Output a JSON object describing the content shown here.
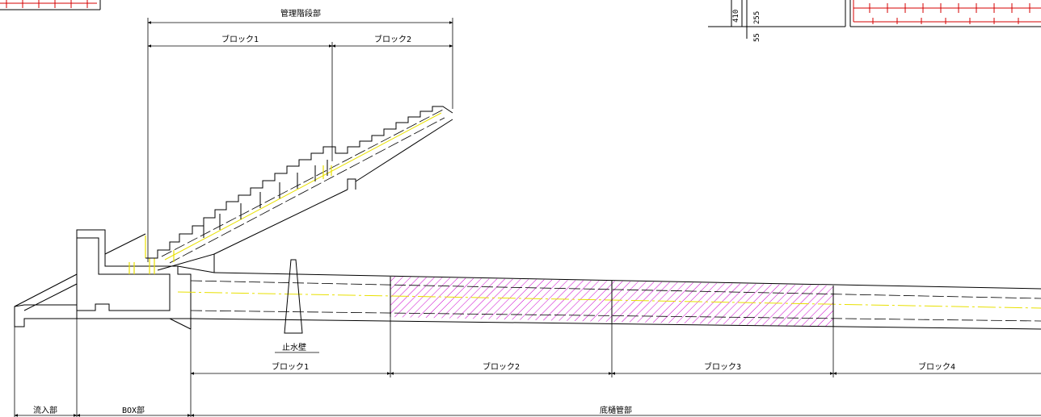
{
  "top_labels": {
    "section": "管理階段部",
    "block1": "ブロック1",
    "block2": "ブロック2"
  },
  "bottom_labels": {
    "inflow": "流入部",
    "box": "BOX部",
    "culvert": "底樋管部",
    "block1": "ブロック1",
    "block2": "ブロック2",
    "block3": "ブロック3",
    "block4": "ブロック4"
  },
  "cutoff_wall": "止水壁",
  "dimensions": {
    "d410": "410",
    "d255": "255",
    "d55": "55"
  },
  "colors": {
    "line": "#000000",
    "hatch": "#cc00cc",
    "centerline": "#e8e000",
    "detail": "#d40000"
  }
}
